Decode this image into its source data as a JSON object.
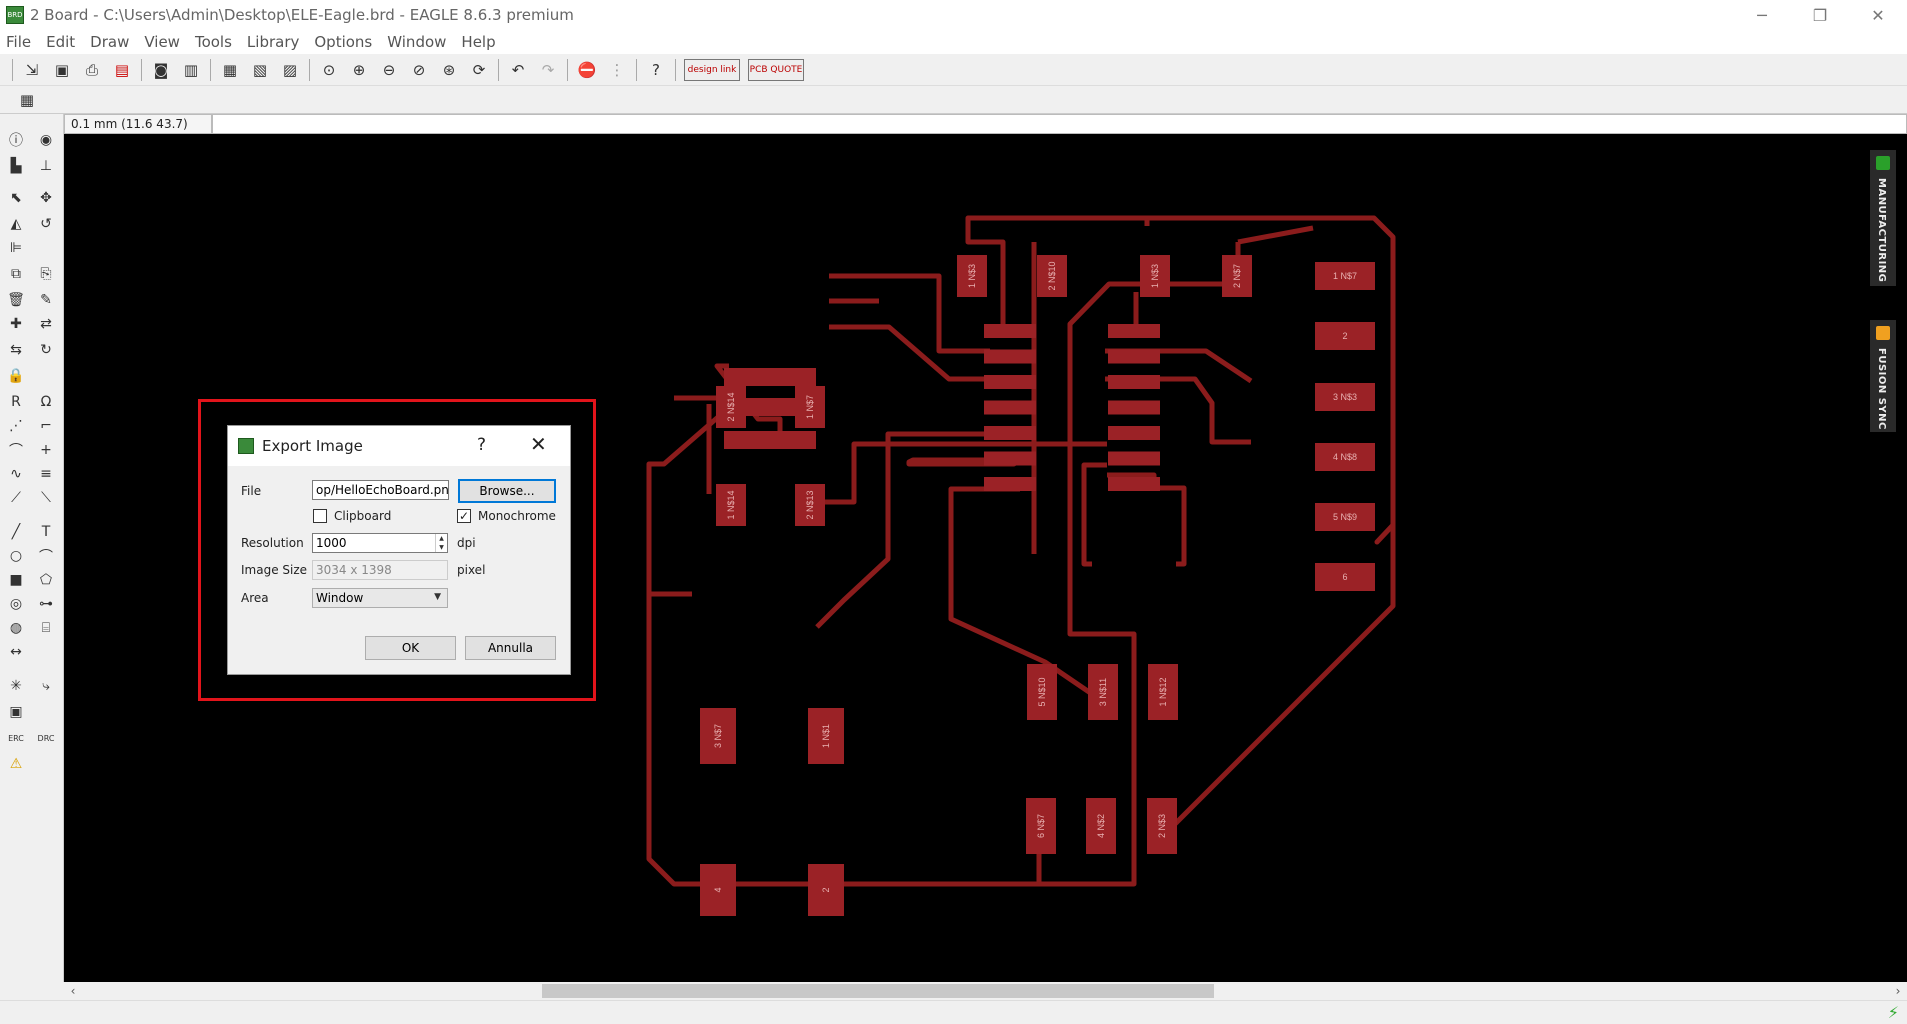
{
  "window": {
    "title": "2 Board - C:\\Users\\Admin\\Desktop\\ELE-Eagle.brd - EAGLE 8.6.3 premium",
    "app_icon": "BRD"
  },
  "menu": [
    "File",
    "Edit",
    "Draw",
    "View",
    "Tools",
    "Library",
    "Options",
    "Window",
    "Help"
  ],
  "toolbar": {
    "design_link_label": "design link",
    "pcb_quote_label": "PCB QUOTE"
  },
  "coords": "0.1 mm (11.6 43.7)",
  "side_tabs": {
    "manufacturing": "MANUFACTURING",
    "fusion_sync": "FUSION SYNC"
  },
  "palette": {
    "erc": "ERC",
    "drc": "DRC"
  },
  "dialog": {
    "title": "Export Image",
    "help": "?",
    "file_label": "File",
    "file_value": "op/HelloEchoBoard.png",
    "browse_label": "Browse...",
    "clipboard_label": "Clipboard",
    "clipboard_checked": false,
    "monochrome_label": "Monochrome",
    "monochrome_checked": true,
    "resolution_label": "Resolution",
    "resolution_value": "1000",
    "resolution_unit": "dpi",
    "image_size_label": "Image Size",
    "image_size_value": "3034 x 1398",
    "image_size_unit": "pixel",
    "area_label": "Area",
    "area_value": "Window",
    "ok_label": "OK",
    "cancel_label": "Annulla"
  },
  "pcb": {
    "trace_color": "#8b1c1c",
    "pad_color": "#9b2226",
    "pad_text_color": "#e8b0b0",
    "pads": [
      {
        "label": "1",
        "sub": "N$3"
      },
      {
        "label": "2",
        "sub": "N$10"
      },
      {
        "label": "1",
        "sub": "N$3"
      },
      {
        "label": "2",
        "sub": "N$7"
      },
      {
        "label": "1",
        "sub": "N$7"
      },
      {
        "label": "2",
        "sub": ""
      },
      {
        "label": "3",
        "sub": "N$3"
      },
      {
        "label": "4",
        "sub": "N$8"
      },
      {
        "label": "5",
        "sub": "N$9"
      },
      {
        "label": "6",
        "sub": ""
      },
      {
        "label": "2",
        "sub": "N$14"
      },
      {
        "label": "1",
        "sub": "N$7"
      },
      {
        "label": "1",
        "sub": "N$14"
      },
      {
        "label": "2",
        "sub": "N$13"
      },
      {
        "label": "5",
        "sub": "N$10"
      },
      {
        "label": "3",
        "sub": "N$11"
      },
      {
        "label": "1",
        "sub": "N$12"
      },
      {
        "label": "3",
        "sub": "N$7"
      },
      {
        "label": "1",
        "sub": "N$1"
      },
      {
        "label": "6",
        "sub": "N$7"
      },
      {
        "label": "4",
        "sub": "N$2"
      },
      {
        "label": "2",
        "sub": "N$3"
      },
      {
        "label": "4",
        "sub": ""
      },
      {
        "label": "2",
        "sub": ""
      }
    ]
  }
}
